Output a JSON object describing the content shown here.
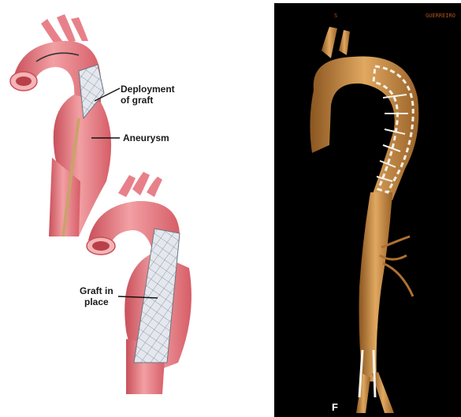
{
  "left_illustration": {
    "label_deployment_line1": "Deployment",
    "label_deployment_line2": "of graft",
    "label_aneurysm": "Aneurysm",
    "label_graft_line1": "Graft in",
    "label_graft_line2": "place"
  },
  "ct_scan": {
    "top_left_marker": "S",
    "top_right_text": "GUERREIRO",
    "bottom_left_letter": "F"
  },
  "colors": {
    "aorta": "#e8737a",
    "aorta_dark": "#c9505a",
    "graft": "#dfe4ea",
    "ct_background": "#000000",
    "ct_vessel": "#c9893d"
  }
}
